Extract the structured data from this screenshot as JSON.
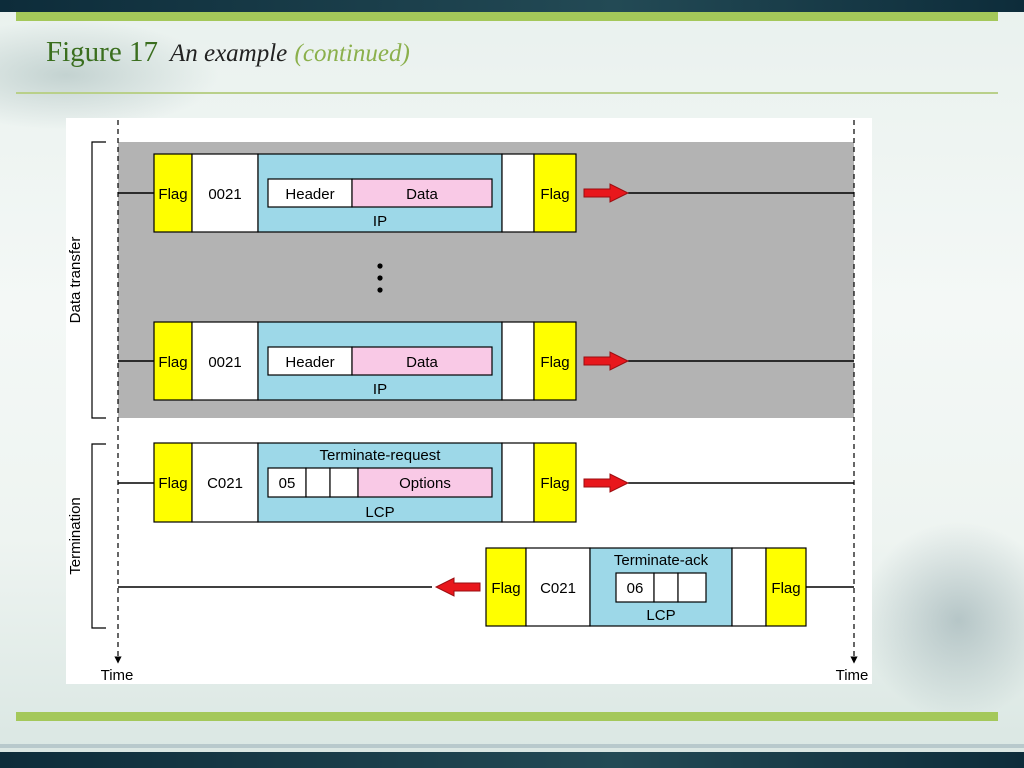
{
  "slide": {
    "figure_label": "Figure 17",
    "title": "An example",
    "subtitle": "(continued)"
  },
  "diagram": {
    "phase_data_transfer": "Data transfer",
    "phase_termination": "Termination",
    "time_left": "Time",
    "time_right": "Time",
    "ip_frame_1": {
      "flag_left": "Flag",
      "protocol": "0021",
      "header": "Header",
      "data": "Data",
      "payload": "IP",
      "flag_right": "Flag"
    },
    "ip_frame_2": {
      "flag_left": "Flag",
      "protocol": "0021",
      "header": "Header",
      "data": "Data",
      "payload": "IP",
      "flag_right": "Flag"
    },
    "term_request": {
      "flag_left": "Flag",
      "protocol": "C021",
      "packet": "Terminate-request",
      "code": "05",
      "options": "Options",
      "payload": "LCP",
      "flag_right": "Flag"
    },
    "term_ack": {
      "flag_left": "Flag",
      "protocol": "C021",
      "packet": "Terminate-ack",
      "code": "06",
      "payload": "LCP",
      "flag_right": "Flag"
    },
    "colors": {
      "flag": "#ffff00",
      "payload": "#9dd8e8",
      "data": "#f9c9e6",
      "arrow": "#e8171c",
      "gray_band": "#b3b3b3"
    }
  }
}
